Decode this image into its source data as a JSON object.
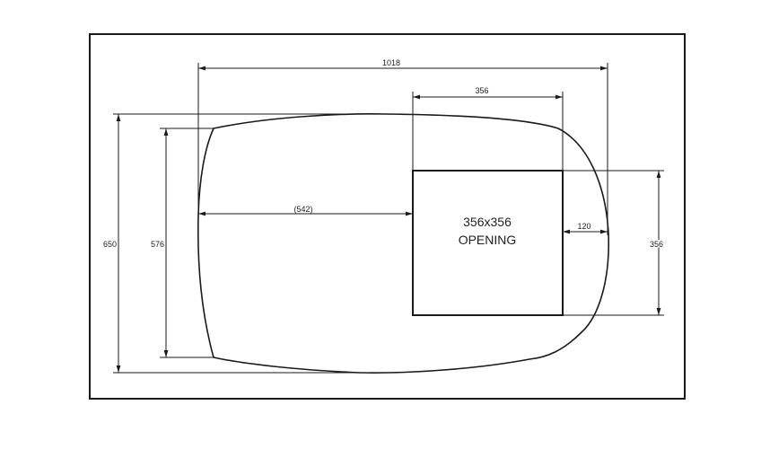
{
  "dimensions": {
    "overall_length": "1018",
    "opening_width": "356",
    "opening_offset": "(542)",
    "edge_offset": "120",
    "overall_width": "650",
    "inner_width": "576",
    "opening_height": "356"
  },
  "opening_label": {
    "line1": "356x356",
    "line2": "OPENING"
  }
}
